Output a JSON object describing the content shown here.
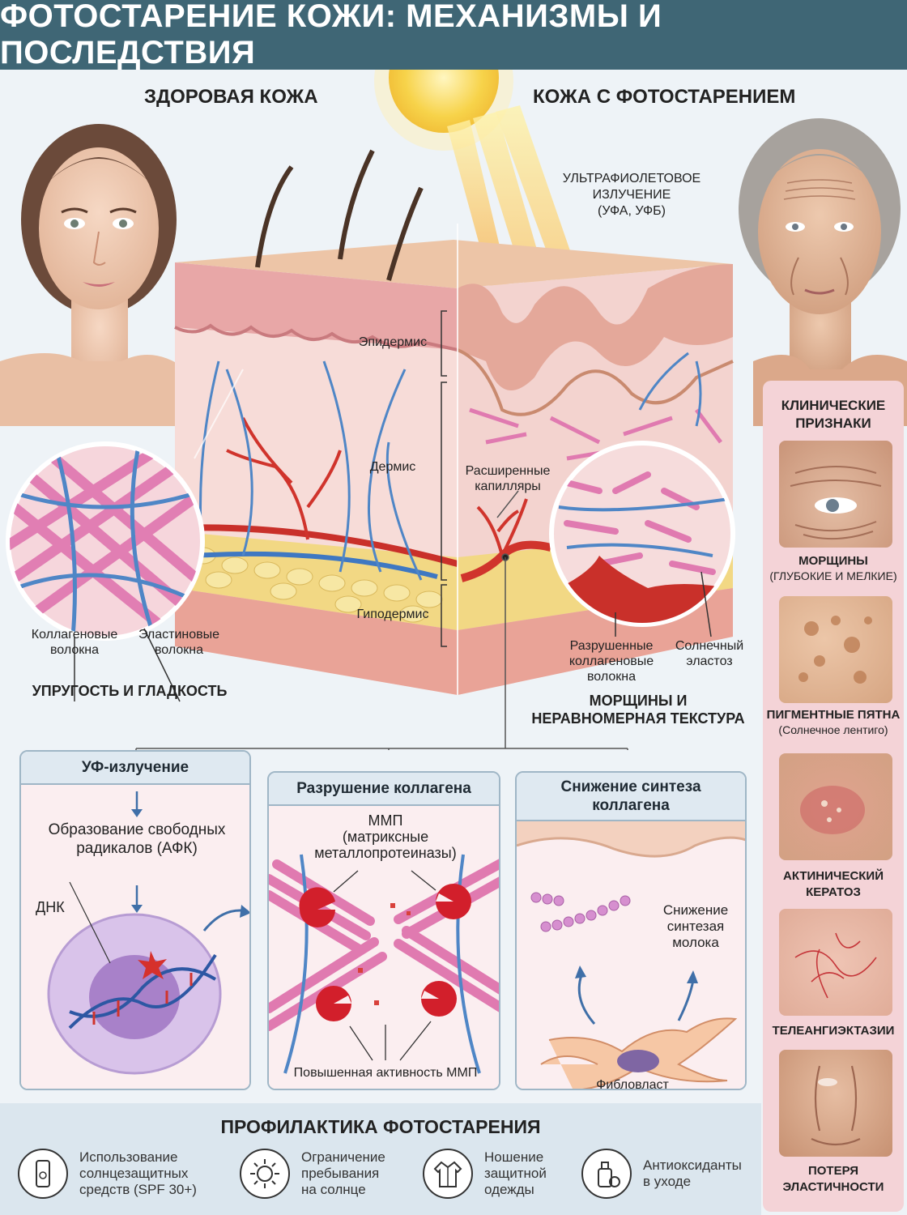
{
  "title": "ФОТОСТАРЕНИЕ КОЖИ: МЕХАНИЗМЫ И ПОСЛЕДСТВИЯ",
  "healthy_header": "ЗДОРОВАЯ КОЖА",
  "aged_header": "КОЖА С ФОТОСТАРЕНИЕМ",
  "uv_label": [
    "УЛЬТРАФИОЛЕТОВОЕ",
    "ИЗЛУЧЕНИЕ",
    "(УФА, УФБ)"
  ],
  "layers": {
    "epidermis": "Эпидермис",
    "dermis": "Дермис",
    "hypodermis": "Гиподермис"
  },
  "dilated_capillaries": [
    "Расширенные",
    "капилляры"
  ],
  "healthy_zoom": {
    "collagen": [
      "Коллагеновые",
      "волокна"
    ],
    "elastin": [
      "Эластиновые",
      "волокна"
    ],
    "caption": "УПРУГОСТЬ И ГЛАДКОСТЬ"
  },
  "aged_zoom": {
    "destroyed_collagen": [
      "Разрушенные",
      "коллагеновые",
      "волокна"
    ],
    "elastosis": [
      "Солнечный",
      "эластоз"
    ],
    "caption": [
      "МОРЩИНЫ И",
      "НЕРАВНОМЕРНАЯ ТЕКСТУРА"
    ]
  },
  "panels": {
    "uv": {
      "title": "УФ-излучение",
      "step": [
        "Образование свободных",
        "радикалов (АФК)"
      ],
      "dna": "ДНК"
    },
    "collagen": {
      "title": "Разрушение коллагена",
      "mmp": [
        "ММП",
        "(матриксные",
        "металлопротеиназы)"
      ],
      "activity": "Повышенная активность ММП"
    },
    "synthesis": {
      "title": [
        "Снижение синтеза",
        "коллагена"
      ],
      "reduced": [
        "Снижение",
        "синтезая",
        "молока"
      ],
      "fibroblast": "Фибловласт"
    }
  },
  "clinical": {
    "title": [
      "КЛИНИЧЕСКИЕ",
      "ПРИЗНАКИ"
    ],
    "items": [
      {
        "label": "МОРЩИНЫ",
        "sub": "(ГЛУБОКИЕ И МЕЛКИЕ)"
      },
      {
        "label": "ПИГМЕНТНЫЕ ПЯТНА",
        "sub": "(Солнечное лентиго)"
      },
      {
        "label": "АКТИНИЧЕСКИЙ",
        "label2": "КЕРАТОЗ"
      },
      {
        "label": "ТЕЛЕАНГИЭКТАЗИИ"
      },
      {
        "label": "ПОТЕРЯ",
        "label2": "ЭЛАСТИЧНОСТИ"
      }
    ]
  },
  "prevention": {
    "title": "ПРОФИЛАКТИКА ФОТОСТАРЕНИЯ",
    "items": [
      {
        "icon": "sunscreen-icon",
        "text": [
          "Использование",
          "солнцезащитных",
          "средств (SPF 30+)"
        ]
      },
      {
        "icon": "sun-icon",
        "text": [
          "Ограничение",
          "пребывания",
          "на солнце"
        ]
      },
      {
        "icon": "clothing-icon",
        "text": [
          "Ношение",
          "защитной",
          "одежды"
        ]
      },
      {
        "icon": "antioxidant-icon",
        "text": [
          "Антиоксиданты",
          "в уходе"
        ]
      }
    ]
  },
  "colors": {
    "accent": "#3f6675",
    "collagen": "#e07ab0",
    "elastin": "#4f86c6",
    "vessel": "#d0342c",
    "fat": "#f2d884"
  }
}
